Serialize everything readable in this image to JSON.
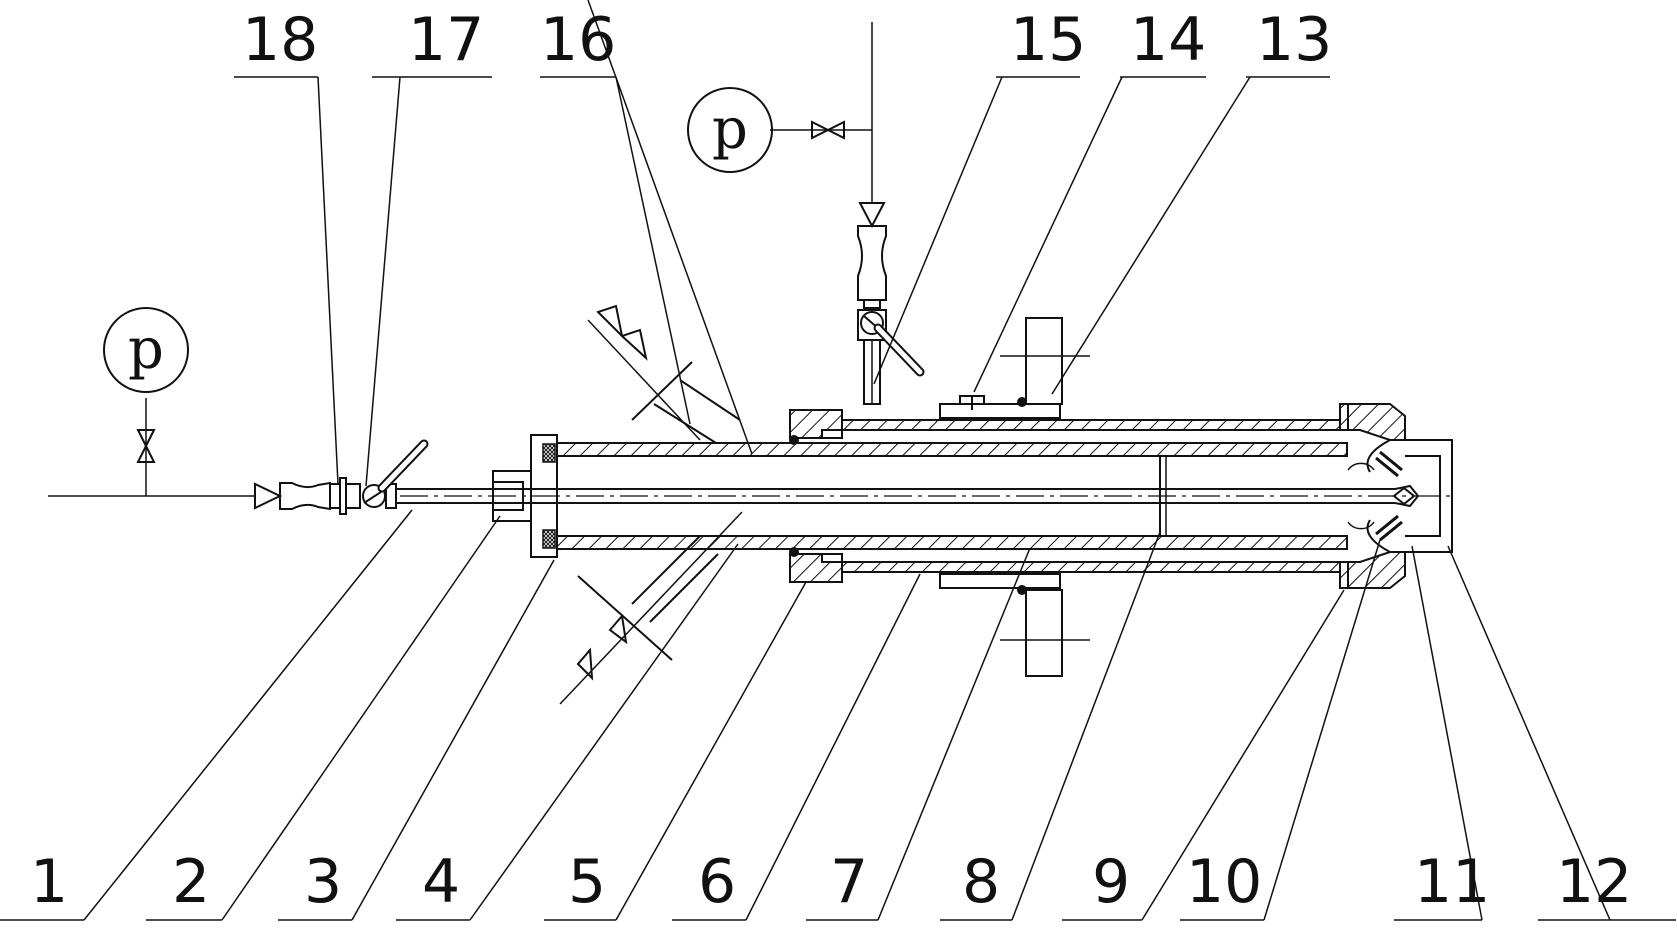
{
  "diagram": {
    "labels": [
      "1",
      "2",
      "3",
      "4",
      "5",
      "6",
      "7",
      "8",
      "9",
      "10",
      "11",
      "12",
      "13",
      "14",
      "15",
      "16",
      "17",
      "18"
    ],
    "gauge_symbol": "p"
  }
}
